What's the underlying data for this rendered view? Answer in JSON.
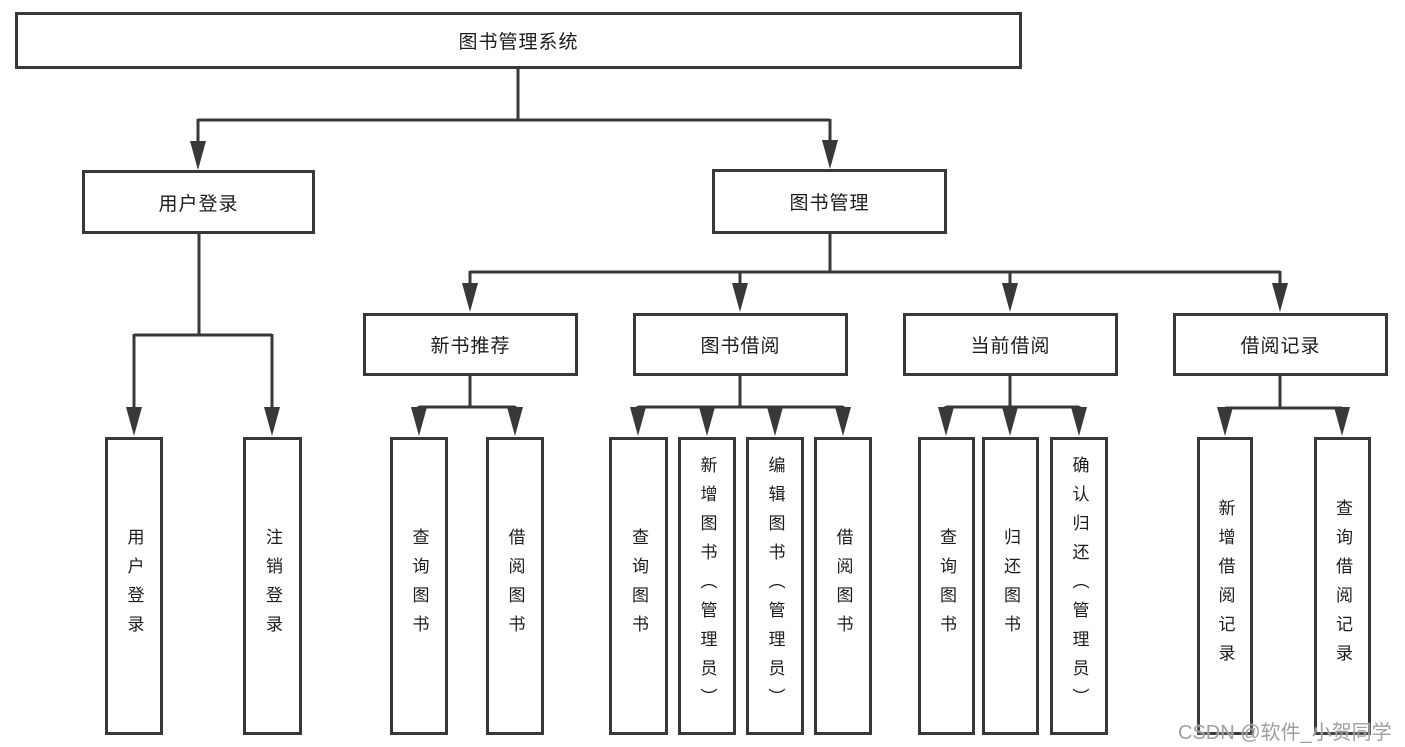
{
  "colors": {
    "line": "#383838",
    "text": "#1c1c1c",
    "watermark": "#9f9f9f",
    "bg": "#ffffff"
  },
  "nodes": {
    "root": {
      "label": "图书管理系统"
    },
    "level2": [
      {
        "id": "user-login",
        "label": "用户登录"
      },
      {
        "id": "book-management",
        "label": "图书管理"
      }
    ],
    "level3": [
      {
        "id": "new-book-recommend",
        "label": "新书推荐"
      },
      {
        "id": "book-borrow",
        "label": "图书借阅"
      },
      {
        "id": "current-borrow",
        "label": "当前借阅"
      },
      {
        "id": "borrow-records",
        "label": "借阅记录"
      }
    ],
    "leaves": [
      {
        "label": "用户登录"
      },
      {
        "label": "注销登录"
      },
      {
        "label": "查询图书"
      },
      {
        "label": "借阅图书"
      },
      {
        "label": "查询图书"
      },
      {
        "label": "新增图书（管理员）"
      },
      {
        "label": "编辑图书（管理员）"
      },
      {
        "label": "借阅图书"
      },
      {
        "label": "查询图书"
      },
      {
        "label": "归还图书"
      },
      {
        "label": "确认归还（管理员）"
      },
      {
        "label": "新增借阅记录"
      },
      {
        "label": "查询借阅记录"
      }
    ]
  },
  "watermark": {
    "text": "CSDN @软件_小贺同学"
  }
}
